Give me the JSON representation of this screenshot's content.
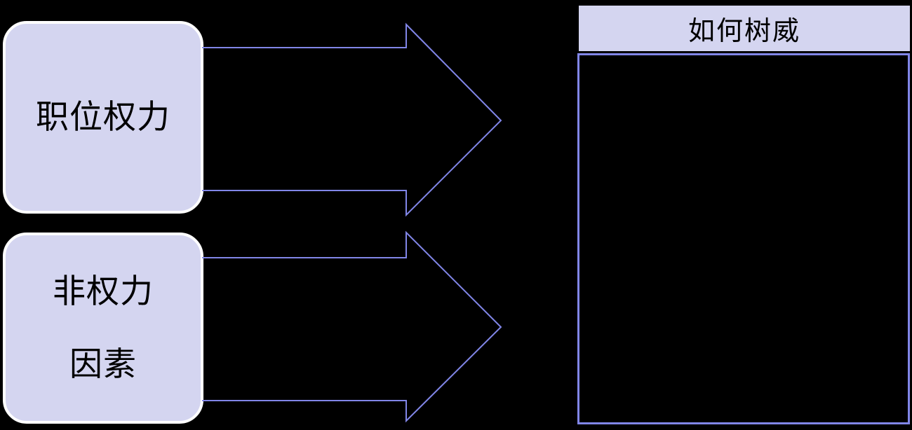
{
  "diagram": {
    "background_color": "#000000",
    "accent_color": "#8186e8",
    "box_fill_color": "#d4d5f0",
    "box_stroke_color": "#ffffff",
    "nodes": [
      {
        "id": "position-power",
        "lines": [
          "职位权力"
        ]
      },
      {
        "id": "nonpower-factor",
        "lines": [
          "非权力",
          "因素"
        ]
      }
    ],
    "arrows": [
      {
        "id": "arrow-upper",
        "direction": "right"
      },
      {
        "id": "arrow-lower",
        "direction": "right"
      }
    ],
    "panel": {
      "title": "如何树威",
      "title_bar_color": "#d4d5f0",
      "body_color": "#000000",
      "body_border_color": "#8186e8",
      "body_text": ""
    }
  }
}
